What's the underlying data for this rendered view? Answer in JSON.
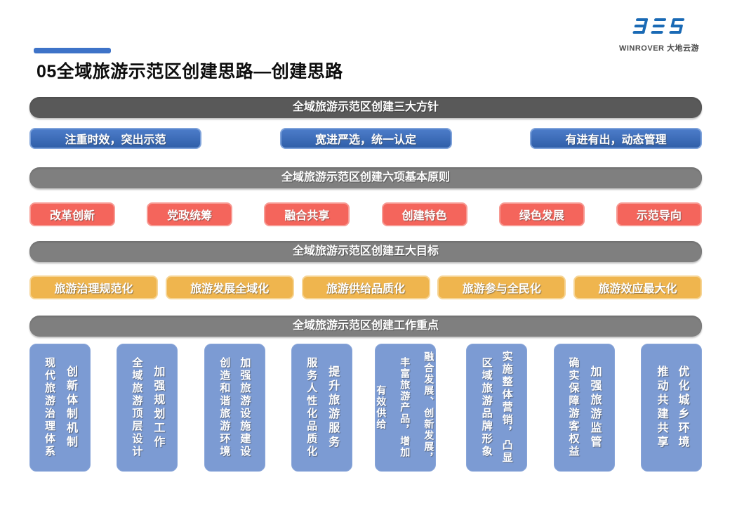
{
  "slide": {
    "title": "05全域旅游示范区创建思路—创建思路",
    "brand": "WINROVER 大地云游"
  },
  "guidelines": {
    "banner": "全域旅游示范区创建三大方针",
    "items": [
      "注重时效，突出示范",
      "宽进严选，统一认定",
      "有进有出，动态管理"
    ]
  },
  "principles": {
    "banner": "全域旅游示范区创建六项基本原则",
    "items": [
      "改革创新",
      "党政统筹",
      "融合共享",
      "创建特色",
      "绿色发展",
      "示范导向"
    ]
  },
  "goals": {
    "banner": "全域旅游示范区创建五大目标",
    "items": [
      "旅游治理规范化",
      "旅游发展全域化",
      "旅游供给品质化",
      "旅游参与全民化",
      "旅游效应最大化"
    ]
  },
  "work": {
    "banner": "全域旅游示范区创建工作重点",
    "boxes": [
      {
        "cols": [
          "创新体制机制",
          "现代旅游治理体系"
        ]
      },
      {
        "cols": [
          "加强规划工作",
          "全域旅游顶层设计"
        ]
      },
      {
        "cols": [
          "加强旅游设施建设",
          "创造和谐旅游环境"
        ]
      },
      {
        "cols": [
          "提升旅游服务",
          "服务人性化品质化"
        ]
      },
      {
        "cols": [
          "融合发展、创新发展，",
          "丰富旅游产品，增加",
          "有效供给"
        ]
      },
      {
        "cols": [
          "实施整体营销，凸显",
          "区域旅游品牌形象"
        ]
      },
      {
        "cols": [
          "加强旅游监管",
          "确实保障游客权益"
        ]
      },
      {
        "cols": [
          "优化城乡环境",
          "推动共建共享"
        ]
      }
    ]
  },
  "colors": {
    "accent_blue": "#3e73c8",
    "button_blue": "#305fa9",
    "button_red": "#f4655c",
    "button_orange": "#efb54e",
    "box_blue": "#7c9bd3",
    "banner_dark": "#595959",
    "banner_gray": "#7f7f7f",
    "logo_blue": "#1a6ab5"
  }
}
